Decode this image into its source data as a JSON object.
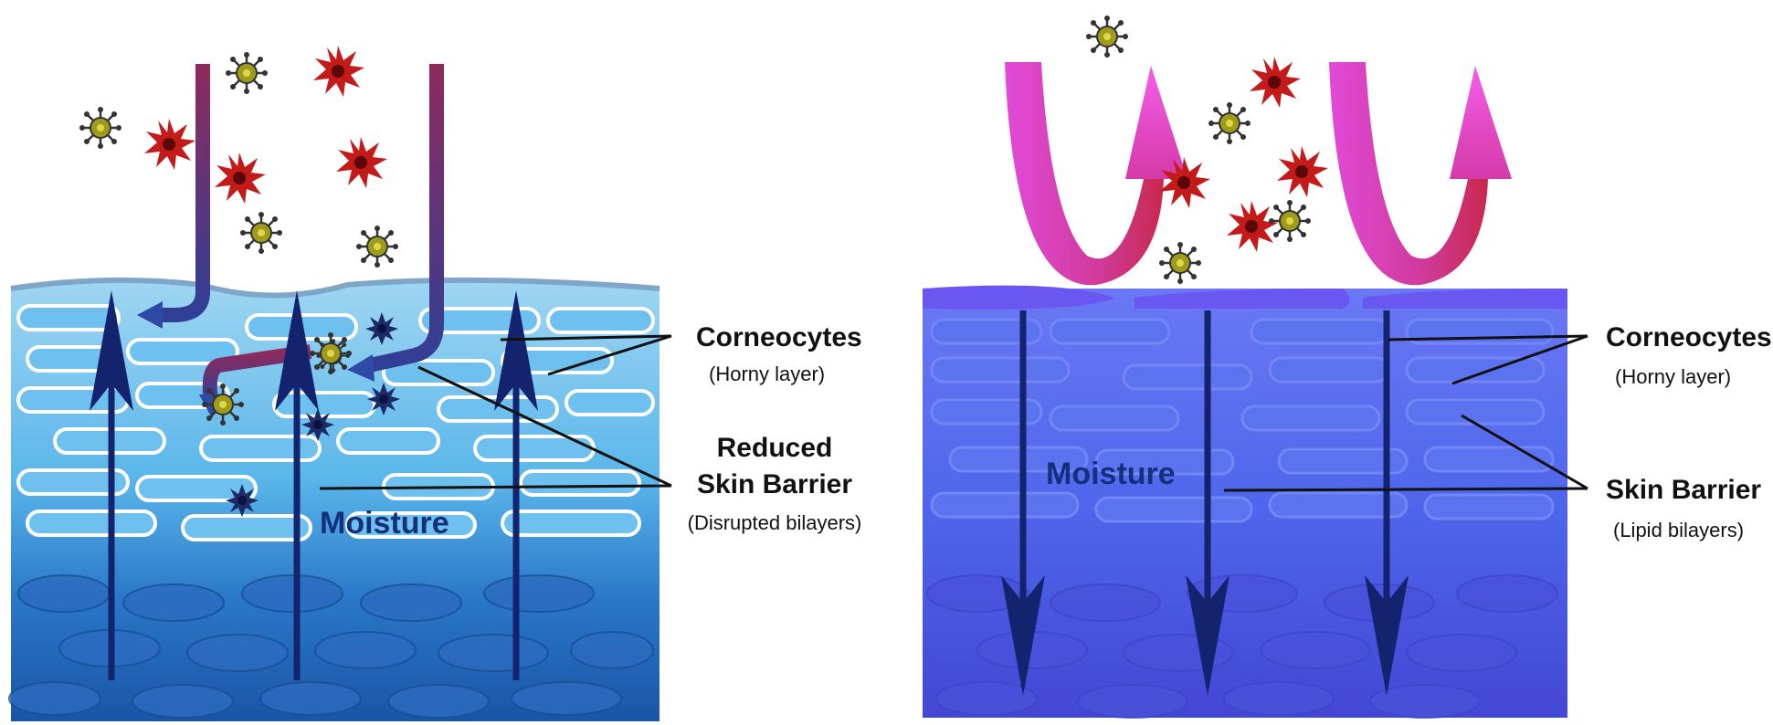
{
  "left_panel": {
    "moisture_label": "Moisture",
    "corneocytes_label": "Corneocytes",
    "corneocytes_sublabel": "(Horny layer)",
    "barrier_label_line1": "Reduced",
    "barrier_label_line2": "Skin Barrier",
    "barrier_sublabel": "(Disrupted bilayers)"
  },
  "right_panel": {
    "moisture_label": "Moisture",
    "corneocytes_label": "Corneocytes",
    "corneocytes_sublabel": "(Horny layer)",
    "barrier_label": "Skin Barrier",
    "barrier_sublabel": "(Lipid bilayers)"
  },
  "colors": {
    "left_skin_top": "#6cc4f0",
    "left_skin_deep": "#1f5fb0",
    "right_skin_top": "#5a6ff2",
    "right_skin_deep": "#3f44d0",
    "arrow_navy": "#13236e",
    "irritant_arrow": "#8e2a5c",
    "reflect_arrow_magenta": "#e048d8",
    "reflect_arrow_red": "#c8284c",
    "allergen_red": "#b01818",
    "microbe_olive": "#9a9a18"
  },
  "icons": {
    "allergen": "red-spiky-allergen-icon",
    "microbe": "olive-microbe-icon",
    "moisture_flow": "navy-arrow-icon"
  }
}
